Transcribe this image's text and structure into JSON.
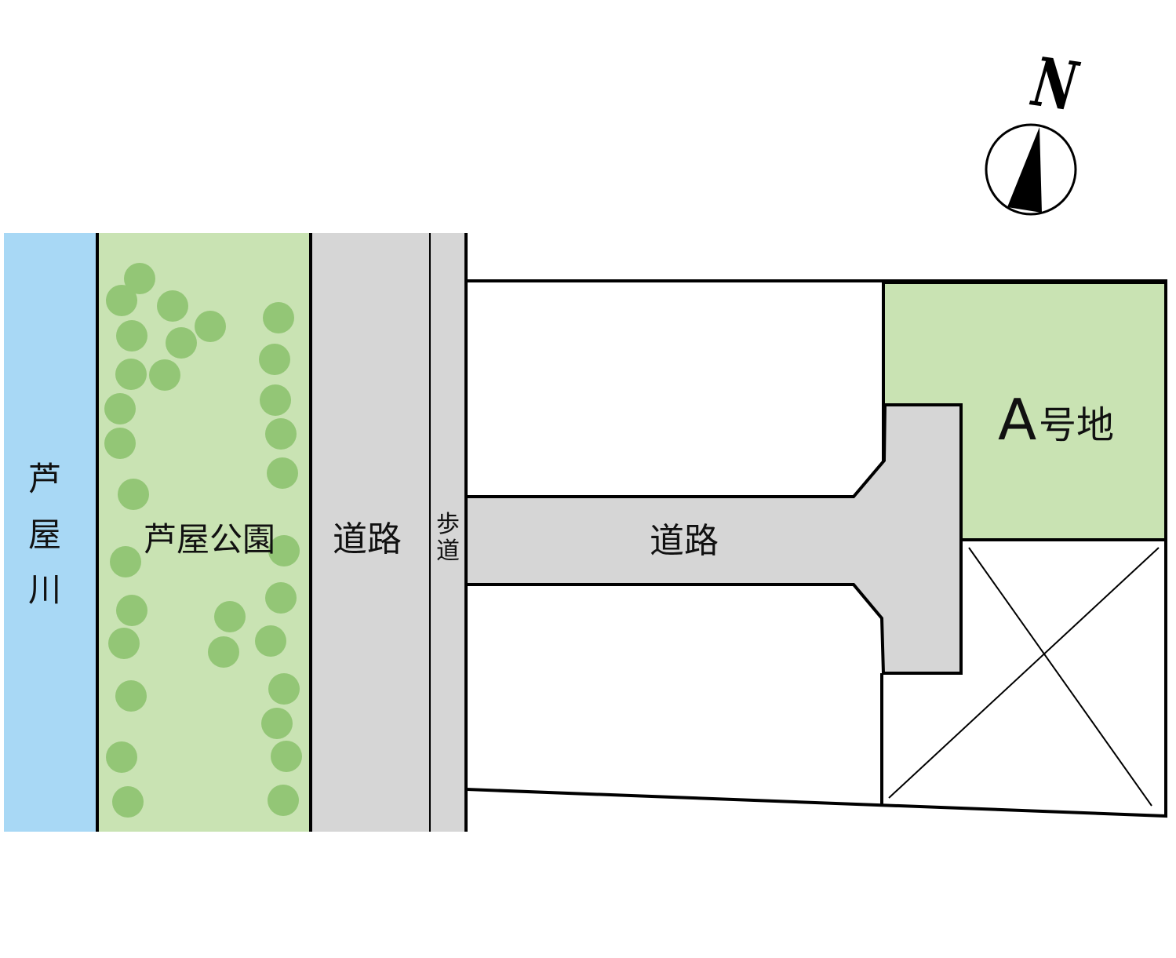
{
  "labels": {
    "river": [
      "芦",
      "屋",
      "川"
    ],
    "park": "芦屋公園",
    "main_road": "道路",
    "sidewalk": [
      "歩",
      "道"
    ],
    "access_road": "道路",
    "lot_letter": "A",
    "lot_suffix": "号地",
    "north": "N"
  },
  "colors": {
    "river": "#a8d8f5",
    "park": "#c9e3b3",
    "tree": "#93c676",
    "road": "#d6d6d6",
    "lot_a": "#c9e3b3",
    "line": "#000000"
  }
}
